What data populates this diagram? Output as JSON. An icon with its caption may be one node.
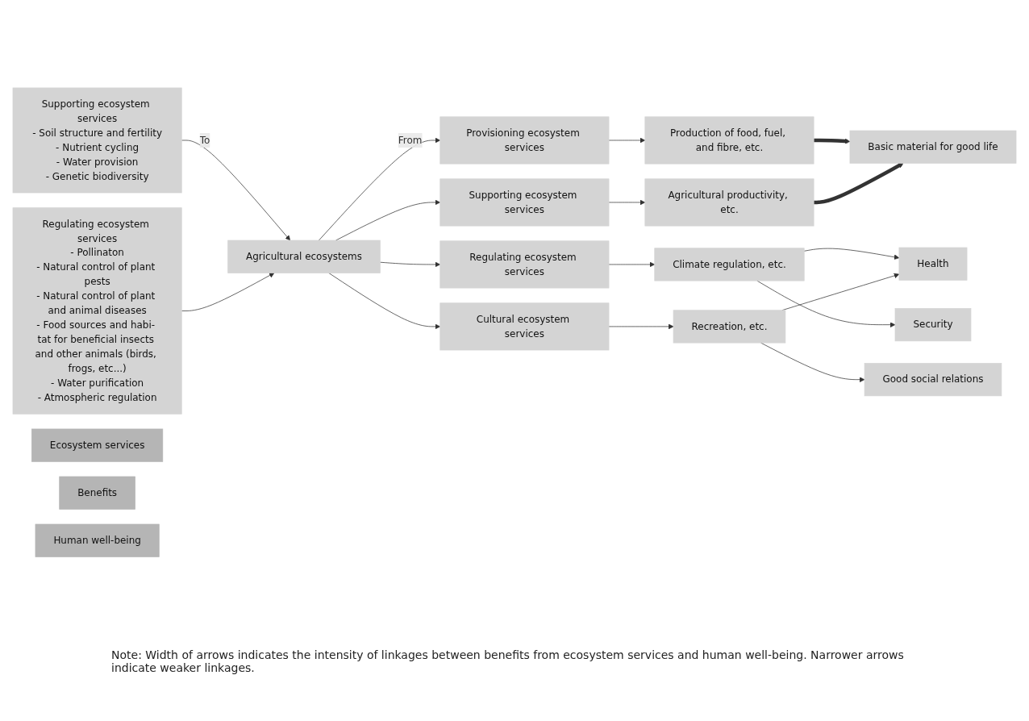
{
  "diagram": {
    "nodes": [
      {
        "text": [
          "Supporting ecosystem services",
          "- Soil structure and fertility",
          "- Nutrient cycling",
          "- Water provision",
          "- Genetic biodiversity"
        ]
      },
      {
        "text": [
          "Regulating ecosystem services",
          "- Pollinaton",
          "- Natural control of plant pests",
          "- Natural control of plant and animal diseases",
          "- Food sources and habi- tat for beneficial insects and other animals (birds, frogs, etc...)",
          "- Water purification",
          "- Atmospheric regulation"
        ]
      },
      {
        "text": [
          "Agricultural ecosystems"
        ]
      },
      {
        "text": [
          "Ecosystem services"
        ]
      },
      {
        "text": [
          "Benefits"
        ]
      },
      {
        "text": [
          "Human well-being"
        ]
      },
      {
        "text": [
          "Provisioning ecosystem services"
        ]
      },
      {
        "text": [
          "Production of food, fuel, and fibre, etc."
        ]
      },
      {
        "text": [
          "Basic material for good life"
        ]
      },
      {
        "text": [
          "Regulating ecosystem services"
        ]
      },
      {
        "text": [
          "Climate regulation, etc."
        ]
      },
      {
        "text": [
          "Health"
        ]
      },
      {
        "text": [
          "Supporting ecosystem services"
        ]
      },
      {
        "text": [
          "Agricultural productivity, etc."
        ]
      },
      {
        "text": [
          "Security"
        ]
      },
      {
        "text": [
          "Cultural ecosystem services"
        ]
      },
      {
        "text": [
          "Recreation, etc."
        ]
      },
      {
        "text": [
          "Good social relations"
        ]
      }
    ],
    "edges": [
      {
        "from": 0,
        "to": 2,
        "arrow": "to",
        "label": "To"
      },
      {
        "from": 1,
        "to": 2,
        "arrow": "to"
      },
      {
        "from": 2,
        "to": 6,
        "arrow": "to",
        "label": "From"
      },
      {
        "from": 2,
        "to": 9,
        "arrow": "to"
      },
      {
        "from": 2,
        "to": 12,
        "arrow": "to"
      },
      {
        "from": 2,
        "to": 15,
        "arrow": "to"
      },
      {
        "from": 6,
        "to": 7,
        "arrow": "to"
      },
      {
        "from": 9,
        "to": 10,
        "arrow": "to"
      },
      {
        "from": 12,
        "to": 13,
        "arrow": "to"
      },
      {
        "from": 15,
        "to": 16,
        "arrow": "to"
      },
      {
        "from": 7,
        "to": 8,
        "arrow": "to",
        "style": "thick"
      },
      {
        "from": 13,
        "to": 8,
        "arrow": "to",
        "style": "thick"
      },
      {
        "from": 10,
        "to": 11,
        "arrow": "to"
      },
      {
        "from": 16,
        "to": 11,
        "arrow": "to"
      },
      {
        "from": 10,
        "to": 14,
        "arrow": "to"
      },
      {
        "from": 16,
        "to": 17,
        "arrow": "to"
      }
    ],
    "labels": [
      "Note: Width of arrows indicates the intensity of linkages between benefits from ecosystem services and human well-being. Narrower arrows indicate weaker linkages."
    ]
  }
}
